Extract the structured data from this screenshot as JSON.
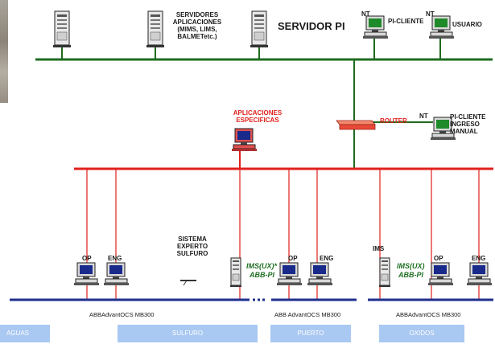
{
  "labels": {
    "servidores_aplicaciones": [
      "SERVIDORES",
      "APLICACIONES",
      "(MIMS, LIMS,",
      "BALMETetc.)"
    ],
    "servidor_pi": "SERVIDOR PI",
    "nt_1": "NT",
    "pi_cliente": "PI-CLIENTE",
    "nt_2": "NT",
    "usuario": "USUARIO",
    "aplicaciones_especificas": [
      "APLICACIONES",
      "ESPECIFICAS"
    ],
    "router": "ROUTER",
    "nt_3": "NT",
    "pi_cliente_ingreso": [
      "PI-CLIENTE",
      "INGRESO",
      "MANUAL"
    ],
    "sistema_experto": [
      "SISTEMA",
      "EXPERTO",
      "SULFURO"
    ],
    "op_1": "OP",
    "eng_1": "ENG",
    "ims_ux_1": "IMS(UX)*",
    "abb_pi_1": "ABB-PI",
    "op_2": "OP",
    "eng_2": "ENG",
    "ims": "IMS",
    "ims_ux_2": "IMS(UX)",
    "abb_pi_2": "ABB-PI",
    "op_3": "OP",
    "eng_3": "ENG"
  },
  "buses": {
    "bus_1": "ABBAdvantOCS MB300",
    "bus_2": "ABB AdvantOCS MB300",
    "bus_3": "ABBAdvantOCS MB300"
  },
  "areas": [
    "AGUAS",
    "SULFURO",
    "PUERTO",
    "OXIDOS"
  ],
  "colors": {
    "top_network": "#1e6b1e",
    "plant_network": "#e0201c",
    "control_bus": "#1f2f8c",
    "area_fill": "#a9c8f2"
  },
  "icons": [
    "server-tower-icon",
    "workstation-icon",
    "router-icon",
    "terminal-icon",
    "photo-strip"
  ]
}
